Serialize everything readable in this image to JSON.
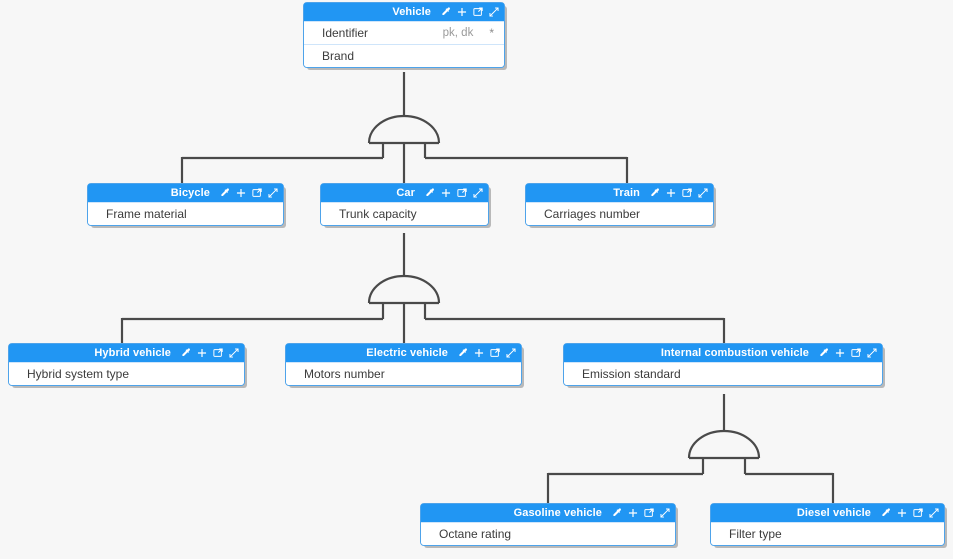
{
  "diagram": {
    "type": "er-generalization-hierarchy",
    "background_color": "#f7f7f7",
    "accent_color": "#2196f3",
    "border_color": "#4ea3ea",
    "line_color": "#4a4a4a"
  },
  "header_icons": [
    {
      "name": "eyedropper-icon",
      "label": "Pick style"
    },
    {
      "name": "plus-icon",
      "label": "Add attribute"
    },
    {
      "name": "external-link-icon",
      "label": "Open"
    },
    {
      "name": "expand-icon",
      "label": "Expand"
    }
  ],
  "entities": [
    {
      "id": "vehicle",
      "title": "Vehicle",
      "attributes": [
        {
          "name": "Identifier",
          "keys": "pk, dk",
          "cardinality": "*"
        },
        {
          "name": "Brand",
          "keys": "",
          "cardinality": ""
        }
      ]
    },
    {
      "id": "bicycle",
      "title": "Bicycle",
      "attributes": [
        {
          "name": "Frame material",
          "keys": "",
          "cardinality": ""
        }
      ]
    },
    {
      "id": "car",
      "title": "Car",
      "attributes": [
        {
          "name": "Trunk capacity",
          "keys": "",
          "cardinality": ""
        }
      ]
    },
    {
      "id": "train",
      "title": "Train",
      "attributes": [
        {
          "name": "Carriages number",
          "keys": "",
          "cardinality": ""
        }
      ]
    },
    {
      "id": "hybrid-vehicle",
      "title": "Hybrid vehicle",
      "attributes": [
        {
          "name": "Hybrid system type",
          "keys": "",
          "cardinality": ""
        }
      ]
    },
    {
      "id": "electric-vehicle",
      "title": "Electric vehicle",
      "attributes": [
        {
          "name": "Motors number",
          "keys": "",
          "cardinality": ""
        }
      ]
    },
    {
      "id": "internal-combustion-vehicle",
      "title": "Internal combustion vehicle",
      "attributes": [
        {
          "name": "Emission standard",
          "keys": "",
          "cardinality": ""
        }
      ]
    },
    {
      "id": "gasoline-vehicle",
      "title": "Gasoline vehicle",
      "attributes": [
        {
          "name": "Octane rating",
          "keys": "",
          "cardinality": ""
        }
      ]
    },
    {
      "id": "diesel-vehicle",
      "title": "Diesel vehicle",
      "attributes": [
        {
          "name": "Filter type",
          "keys": "",
          "cardinality": ""
        }
      ]
    }
  ],
  "generalizations": [
    {
      "id": "gen-vehicle",
      "parent": "vehicle",
      "children": [
        "bicycle",
        "car",
        "train"
      ]
    },
    {
      "id": "gen-car",
      "parent": "car",
      "children": [
        "hybrid-vehicle",
        "electric-vehicle",
        "internal-combustion-vehicle"
      ]
    },
    {
      "id": "gen-internal-combustion",
      "parent": "internal-combustion-vehicle",
      "children": [
        "gasoline-vehicle",
        "diesel-vehicle"
      ]
    }
  ]
}
